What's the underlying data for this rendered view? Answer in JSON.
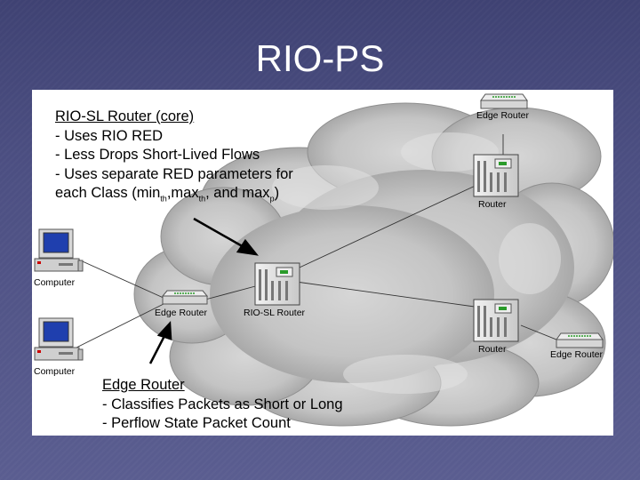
{
  "slide": {
    "title": "RIO-PS"
  },
  "core_note": {
    "heading": "RIO-SL Router (core)",
    "line1": "- Uses RIO RED",
    "line2": "- Less Drops Short-Lived Flows",
    "line3": "- Uses separate RED parameters for",
    "line4_a": "each Class (min",
    "line4_sub1": "th",
    "line4_b": ",max",
    "line4_sub2": "th",
    "line4_c": ", and max",
    "line4_sub3": "p",
    "line4_d": ")"
  },
  "edge_note": {
    "heading": "Edge Router",
    "line1": "- Classifies Packets as Short or Long",
    "line2": "- Perflow State Packet Count"
  },
  "labels": {
    "computer_top": "Computer",
    "computer_bottom": "Computer",
    "edge_router_left": "Edge Router",
    "rio_sl_router": "RIO-SL Router",
    "edge_router_top": "Edge Router",
    "router_top": "Router",
    "router_bottom": "Router",
    "edge_router_bottom_right": "Edge Router"
  },
  "colors": {
    "background": "#43467a",
    "cloud": "#c9c9c9",
    "panel": "#ffffff"
  }
}
